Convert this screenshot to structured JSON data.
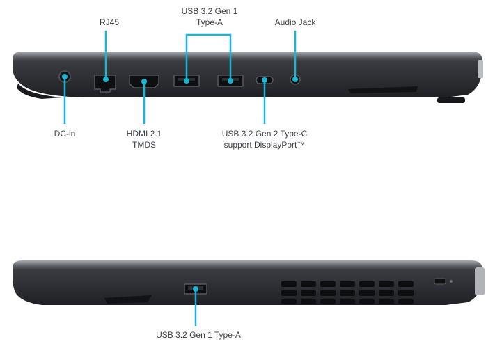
{
  "left_side": {
    "labels": {
      "rj45": "RJ45",
      "usb_a_line1": "USB 3.2 Gen 1",
      "usb_a_line2": "Type-A",
      "audio_jack": "Audio Jack",
      "dc_in": "DC-in",
      "hdmi_line1": "HDMI 2.1",
      "hdmi_line2": "TMDS",
      "usb_c_line1": "USB 3.2 Gen 2 Type-C",
      "usb_c_line2": "support DisplayPort™"
    }
  },
  "right_side": {
    "labels": {
      "usb_a": "USB 3.2 Gen 1 Type-A"
    }
  },
  "colors": {
    "accent": "#19b5d3",
    "chassis": "#2b2d31",
    "chassis_edge": "#8d9096",
    "label_text": "#3a3f45"
  }
}
